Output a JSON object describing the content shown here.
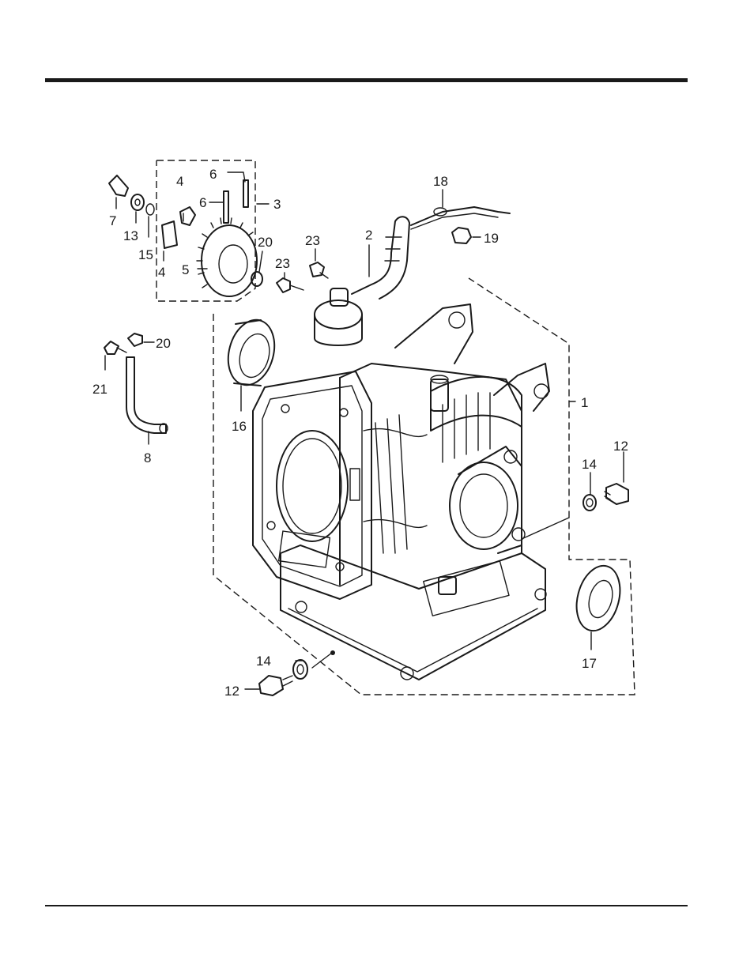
{
  "colors": {
    "ink": "#1a1a1a",
    "paper": "#ffffff"
  },
  "callouts": {
    "c1": "1",
    "c2": "2",
    "c3": "3",
    "c4a": "4",
    "c4b": "4",
    "c5": "5",
    "c6a": "6",
    "c6b": "6",
    "c7": "7",
    "c8": "8",
    "c12a": "12",
    "c12b": "12",
    "c13": "13",
    "c14a": "14",
    "c14b": "14",
    "c15": "15",
    "c16": "16",
    "c17": "17",
    "c18": "18",
    "c19": "19",
    "c20a": "20",
    "c20b": "20",
    "c21": "21",
    "c23a": "23",
    "c23b": "23"
  }
}
